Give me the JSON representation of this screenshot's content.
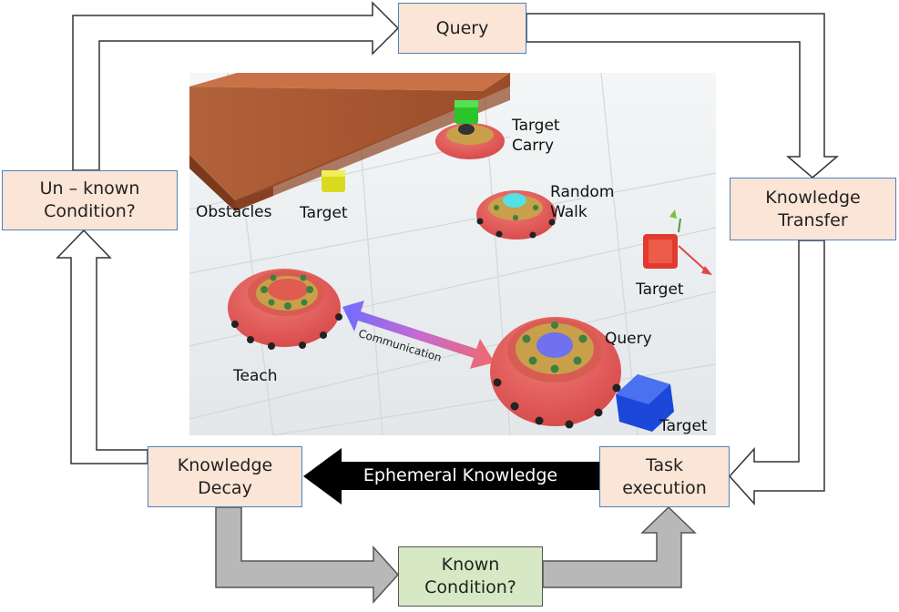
{
  "boxes": {
    "query": "Query",
    "knowledge_transfer": "Knowledge\nTransfer",
    "unknown_condition": "Un – known\nCondition?",
    "knowledge_decay": "Knowledge\nDecay",
    "task_execution": "Task\nexecution",
    "known_condition": "Known\nCondition?"
  },
  "ephemeral_label": "Ephemeral Knowledge",
  "scene": {
    "labels": {
      "target_carry": "Target\nCarry",
      "random_walk": "Random\nWalk",
      "obstacles": "Obstacles",
      "target_yellow": "Target",
      "target_red": "Target",
      "query": "Query",
      "teach": "Teach",
      "target_blue": "Target",
      "communication": "Communication"
    }
  },
  "colors": {
    "box_fill": "#fbe5d6",
    "box_border": "#4f81bd",
    "known_fill": "#d6e9c4",
    "robot_body": "#e85a5a",
    "robot_top": "#c9a04a",
    "wall": "#a4522a",
    "ephemeral_arrow": "#000000"
  }
}
